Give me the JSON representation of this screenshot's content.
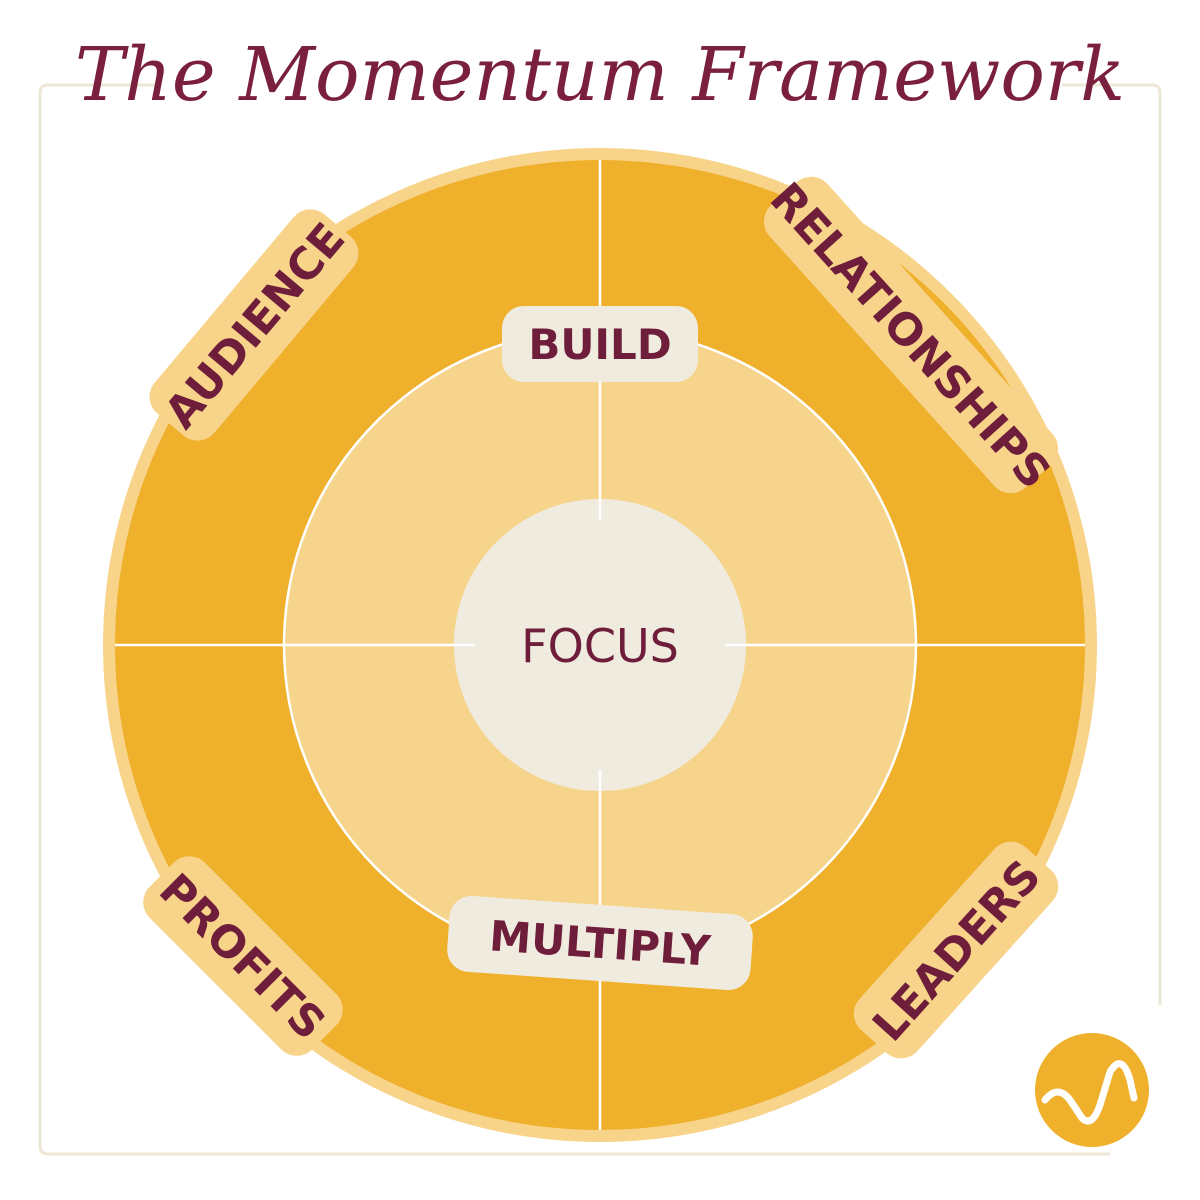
{
  "title": "The Momentum Framework",
  "center": {
    "label": "FOCUS"
  },
  "inner_ring": {
    "top_label": "BUILD",
    "bottom_label": "MULTIPLY"
  },
  "outer_ring": {
    "top_left_label": "AUDIENCE",
    "top_right_label": "RELATIONSHIPS",
    "bottom_left_label": "PROFITS",
    "bottom_right_label": "LEADERS"
  },
  "logo": {
    "icon": "checkmark-wave-logo-icon"
  },
  "colors": {
    "outer_ring": "#efb02c",
    "outer_rim": "#f8d38a",
    "inner_ring": "#f7d48c",
    "center": "#f0ebdf",
    "label_bg": "#f8d38a",
    "inner_label_bg": "#f0ebdf",
    "text": "#6e1d3a",
    "title": "#7a1f3d",
    "frame": "#ede7d6"
  }
}
